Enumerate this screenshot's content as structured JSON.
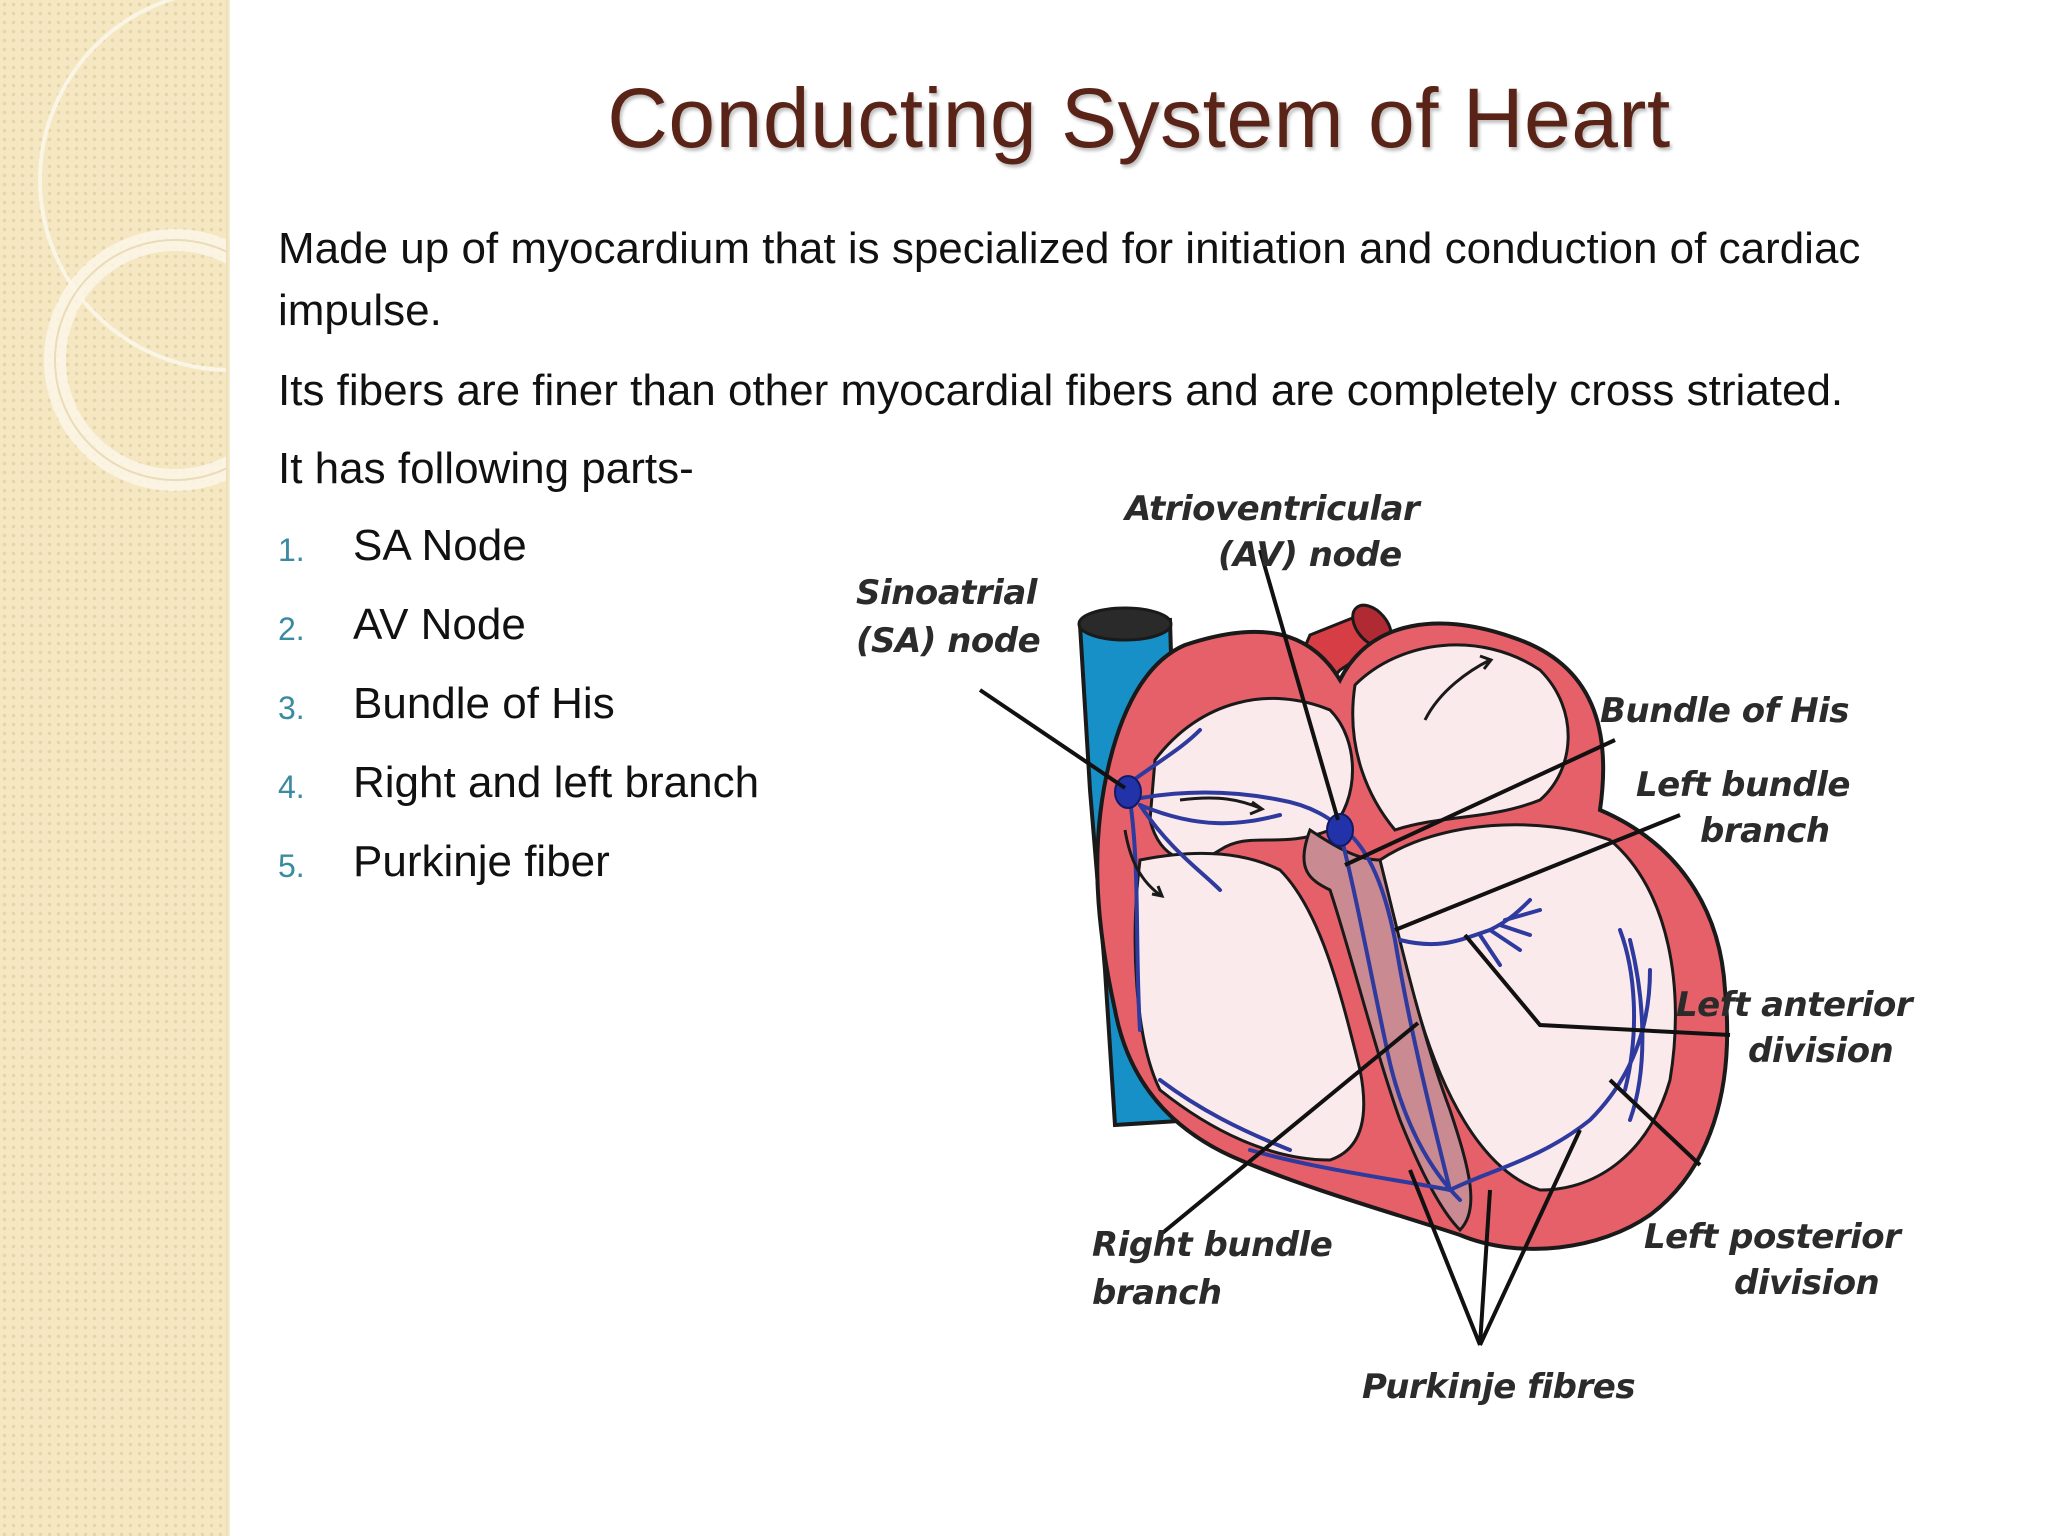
{
  "slide": {
    "title": "Conducting System of Heart",
    "paragraphs": [
      "Made up of myocardium that is specialized for initiation and conduction of cardiac impulse.",
      "Its fibers are finer than other myocardial fibers and are completely cross striated.",
      "It has following parts-"
    ],
    "parts": [
      {
        "num": "1.",
        "label": "SA Node"
      },
      {
        "num": "2.",
        "label": "AV Node"
      },
      {
        "num": "3.",
        "label": "Bundle of His"
      },
      {
        "num": "4.",
        "label": "Right and left branch"
      },
      {
        "num": "5.",
        "label": "Purkinje fiber"
      }
    ]
  },
  "diagram": {
    "labels": {
      "av_node": [
        "Atrioventricular",
        "(AV) node"
      ],
      "sa_node": [
        "Sinoatrial",
        "(SA) node"
      ],
      "bundle_of_his": "Bundle of His",
      "left_bundle_branch": [
        "Left bundle",
        "branch"
      ],
      "left_anterior_division": [
        "Left anterior",
        "division"
      ],
      "right_bundle_branch": [
        "Right bundle",
        "branch"
      ],
      "left_posterior_division": [
        "Left posterior",
        "division"
      ],
      "purkinje_fibres": "Purkinje fibres"
    }
  },
  "colors": {
    "title": "#5a2317",
    "list_number": "#3a8aa0",
    "heart_wall": "#e6606a",
    "heart_chamber": "#fbeaec",
    "heart_septum": "#c98a92",
    "conduction": "#2e3a9e",
    "vena_cava": "#1790c8",
    "aorta": "#d63d45"
  }
}
